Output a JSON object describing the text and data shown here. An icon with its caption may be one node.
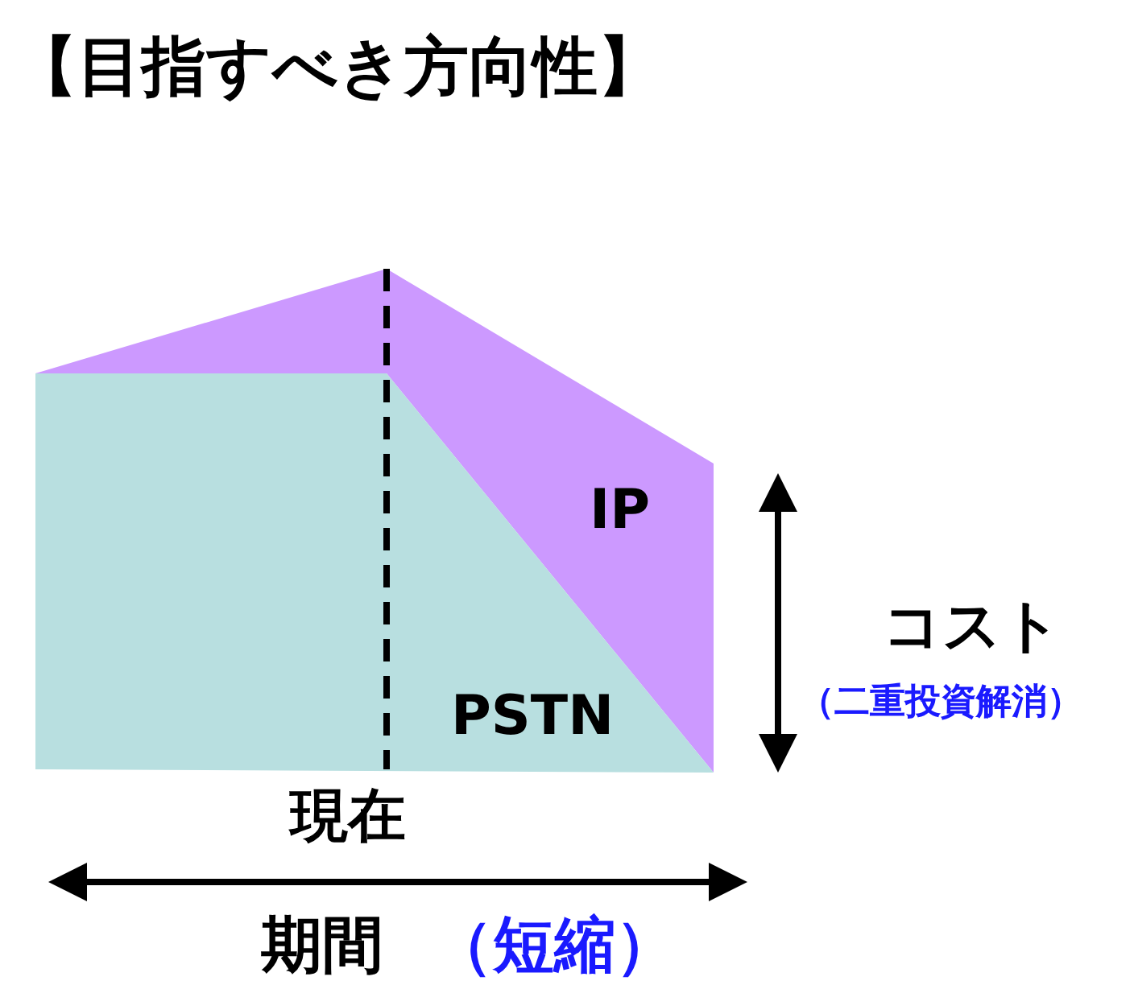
{
  "diagram": {
    "title": "【目指すべき方向性】",
    "nodes": [
      {
        "text": [
          "IP"
        ]
      },
      {
        "text": [
          "PSTN"
        ]
      }
    ],
    "labels": [
      "現在",
      "コスト",
      "（二重投資解消）",
      "期間",
      "（短縮）"
    ]
  }
}
